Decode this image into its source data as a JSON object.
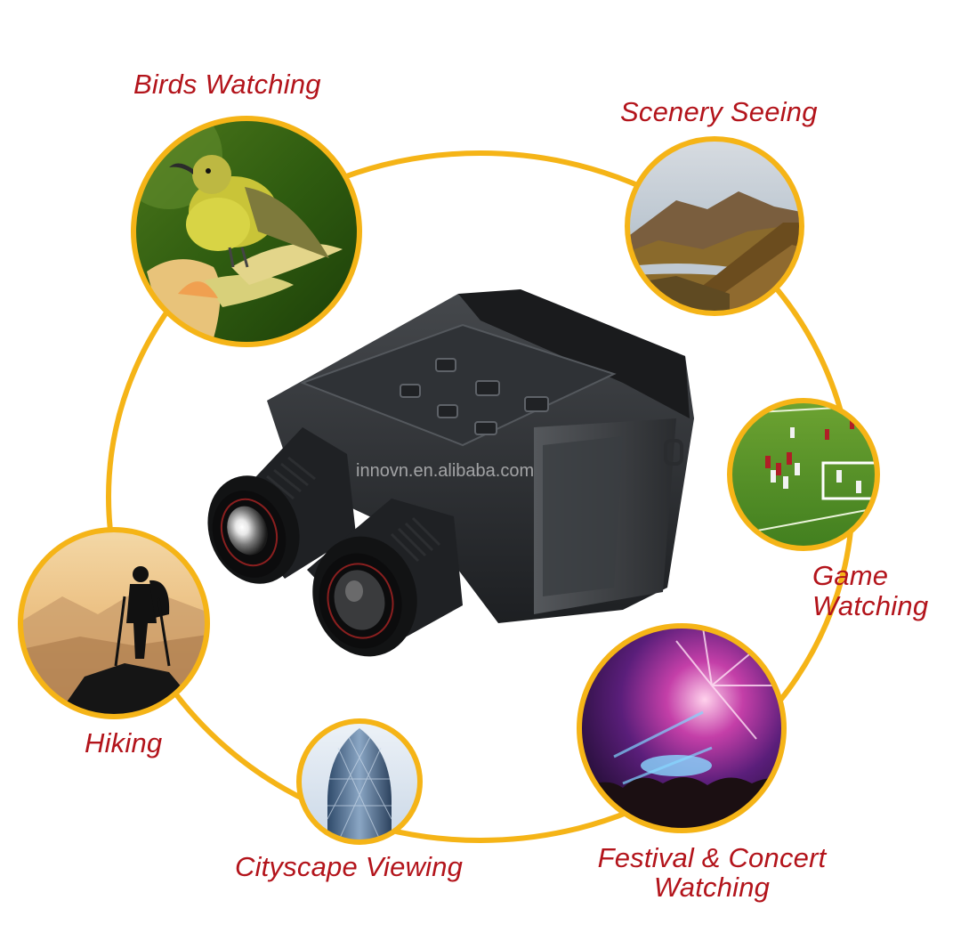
{
  "labels": {
    "birds": "Birds Watching",
    "scenery": "Scenery Seeing",
    "game_line1": "Game",
    "game_line2": "Watching",
    "hiking": "Hiking",
    "cityscape": "Cityscape Viewing",
    "festival_line1": "Festival & Concert",
    "festival_line2": "Watching"
  },
  "watermark": "innovn.en.alibaba.com",
  "colors": {
    "label_text": "#b3141b",
    "ring_border": "#f5b417",
    "device_body": "#2b2d30"
  },
  "icons": {
    "product": "night-vision-binoculars",
    "scenes": [
      "bird-photo",
      "mountain-landscape-photo",
      "soccer-match-photo",
      "hiker-silhouette-photo",
      "gherkin-tower-photo",
      "concert-fireworks-photo"
    ]
  }
}
